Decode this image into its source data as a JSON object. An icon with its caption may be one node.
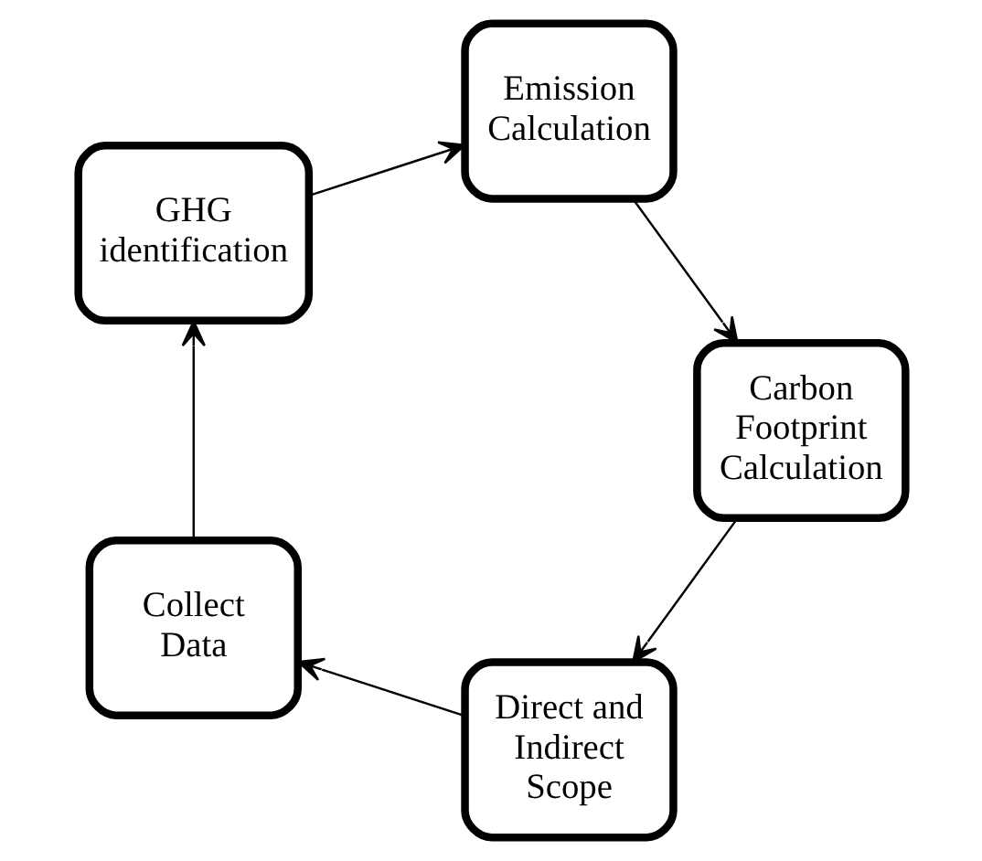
{
  "diagram": {
    "nodes": [
      {
        "text": [
          "Direct and Indirect Scope"
        ]
      },
      {
        "text": [
          "Collect Data"
        ]
      },
      {
        "text": [
          "GHG identification"
        ]
      },
      {
        "text": [
          "Emission Calculation"
        ]
      },
      {
        "text": [
          "Carbon Footprint Calculation"
        ]
      }
    ],
    "edges": [
      {
        "from": 0,
        "to": 1,
        "arrow": "to"
      },
      {
        "from": 1,
        "to": 2,
        "arrow": "to"
      },
      {
        "from": 2,
        "to": 3,
        "arrow": "to"
      },
      {
        "from": 3,
        "to": 4,
        "arrow": "to"
      },
      {
        "from": 4,
        "to": 0,
        "arrow": "to"
      }
    ]
  }
}
